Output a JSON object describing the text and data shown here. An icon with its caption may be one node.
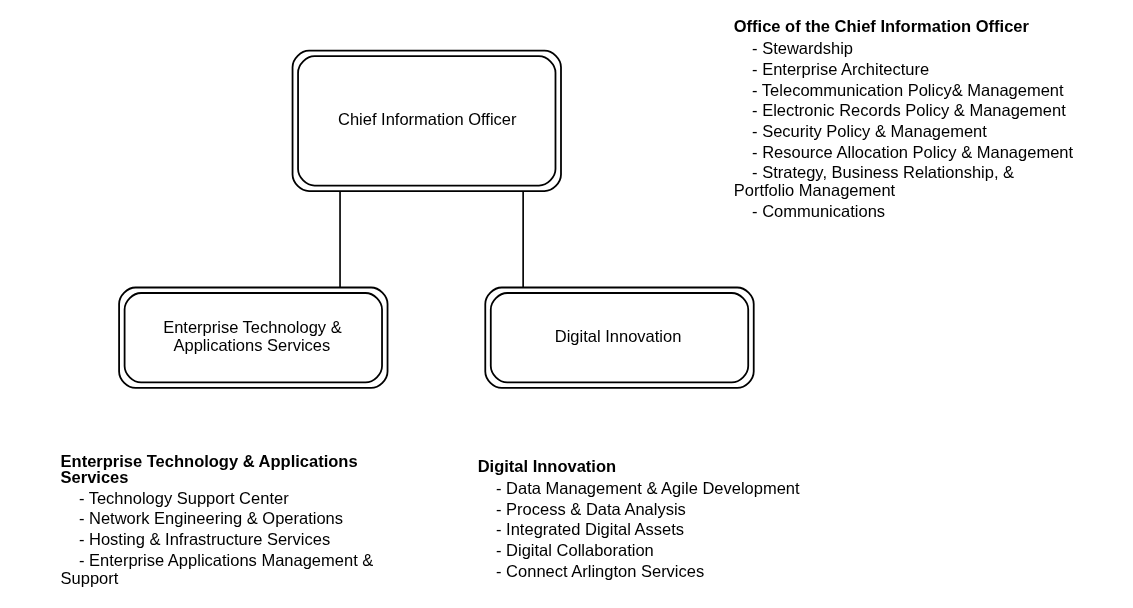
{
  "diagram": {
    "nodes": [
      {
        "text": [
          "Chief Information Officer"
        ],
        "beside": [
          "Office of the Chief Information Officer",
          "- Stewardship",
          "- Enterprise Architecture",
          "- Telecommunication Policy& Management",
          "- Electronic Records Policy & Management",
          "- Security Policy & Management",
          "- Resource Allocation Policy & Management",
          "- Strategy, Business Relationship, & Portfolio Management",
          "- Communications"
        ]
      },
      {
        "text": [
          "Enterprise Technology & Applications Services"
        ],
        "beside": [
          "Enterprise Technology & Applications Services",
          "- Technology Support Center",
          "- Network Engineering & Operations",
          "- Hosting & Infrastructure Services",
          "- Enterprise Applications Management & Support"
        ]
      },
      {
        "text": [
          "Digital Innovation"
        ],
        "beside": [
          "Digital Innovation",
          "- Data Management & Agile Development",
          "- Process & Data Analysis",
          "- Integrated Digital Assets",
          "- Digital Collaboration",
          "- Connect Arlington Services"
        ]
      }
    ],
    "edges": [
      {
        "from": 0,
        "to": 1,
        "arrow": "none"
      },
      {
        "from": 0,
        "to": 2,
        "arrow": "none"
      }
    ]
  }
}
